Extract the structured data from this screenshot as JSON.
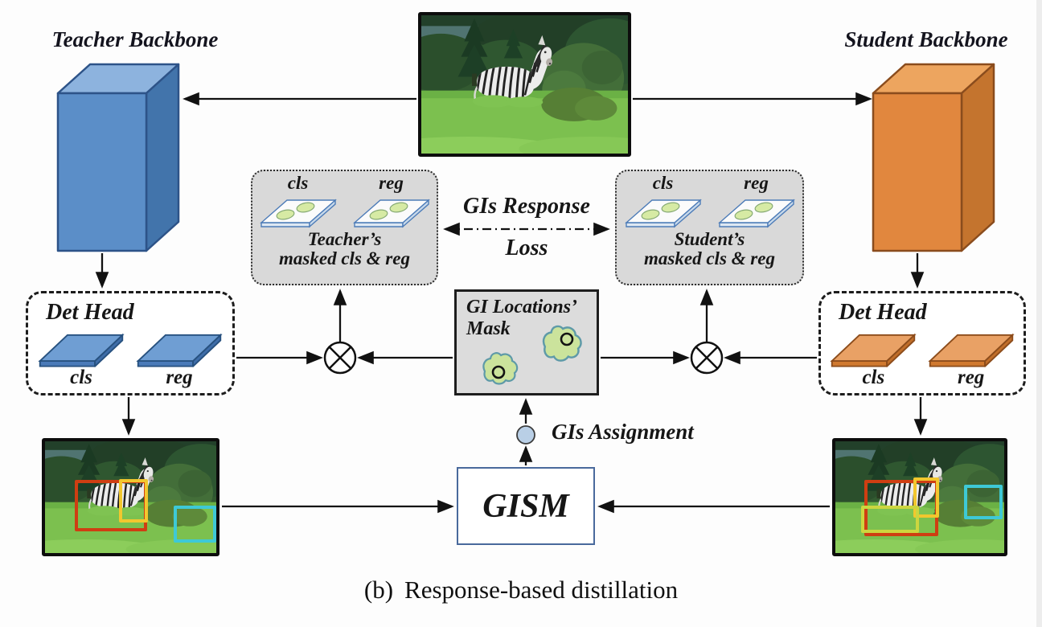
{
  "labels": {
    "cls": "cls",
    "reg": "reg",
    "det_head": "Det Head"
  },
  "teacher": {
    "backbone": "Teacher Backbone",
    "masked_line1": "Teacher’s",
    "masked_line2": "masked cls & reg"
  },
  "student": {
    "backbone": "Student Backbone",
    "masked_line1": "Student’s",
    "masked_line2": "masked cls & reg"
  },
  "center": {
    "loss_line1": "GIs Response",
    "loss_line2": "Loss",
    "mask_line1": "GI Locations’",
    "mask_line2": "Mask",
    "assignment": "GIs Assignment",
    "gism": "GISM"
  },
  "caption": {
    "prefix": "(b)",
    "text": "Response-based distillation"
  },
  "colors": {
    "teacher_blue_front": "#5b8ec8",
    "teacher_blue_top": "#8db3de",
    "teacher_blue_side": "#4274ab",
    "student_orange_front": "#e1873e",
    "student_orange_top": "#eda55f",
    "student_orange_side": "#c4742e",
    "masked_box_fill": "#d9d9d9",
    "mask_box_fill": "#dcdcdc",
    "blob_green": "#cbe39c",
    "blob_stroke_teal": "#5e9aa8",
    "node_circle_blue": "#b9cfe6",
    "gism_border_blue": "#49699c",
    "bbox_red": "#cf3e12",
    "bbox_yellow": "#f2c72e",
    "bbox_cyan": "#3ec9d6",
    "bbox_yellow_green": "#ccd63f",
    "arrow_black": "#111111"
  }
}
